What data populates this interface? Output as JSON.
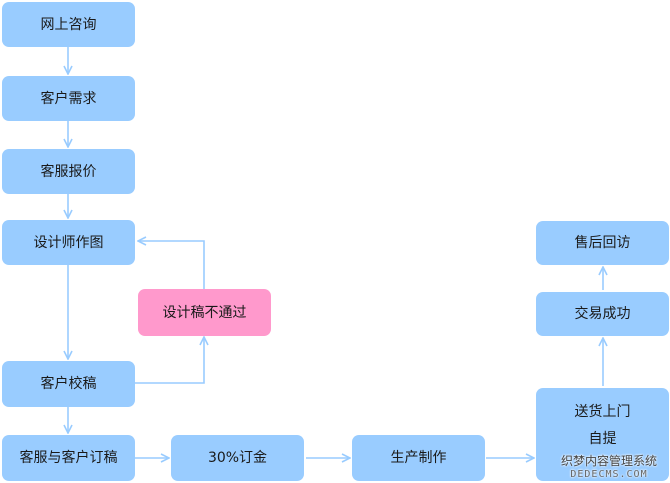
{
  "nodes": {
    "online_consult": "网上咨询",
    "customer_needs": "客户需求",
    "service_quote": "客服报价",
    "designer_drawing": "设计师作图",
    "design_rejected": "设计稿不通过",
    "customer_review": "客户校稿",
    "order_draft": "客服与客户订稿",
    "deposit": "30%订金",
    "production": "生产制作",
    "delivery_line1": "送货上门",
    "delivery_line2": "自提",
    "deal_done": "交易成功",
    "after_sales": "售后回访"
  },
  "colors": {
    "node_fill": "#99ccff",
    "rejected_fill": "#ff99cc",
    "arrow": "#99ccff"
  },
  "watermark": {
    "line1": "织梦内容管理系统",
    "line2": "DEDECMS.COM"
  }
}
